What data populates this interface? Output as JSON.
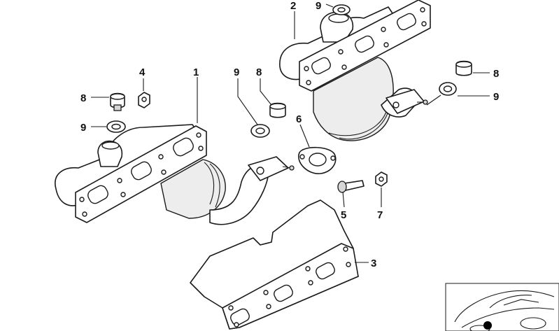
{
  "diagram": {
    "callouts": {
      "c1": "1",
      "c2": "2",
      "c3": "3",
      "c4": "4",
      "c5": "5",
      "c6": "6",
      "c7": "7",
      "c8a": "8",
      "c8b": "8",
      "c8c": "8",
      "c9a": "9",
      "c9b": "9",
      "c9c": "9",
      "c9d": "9"
    }
  }
}
